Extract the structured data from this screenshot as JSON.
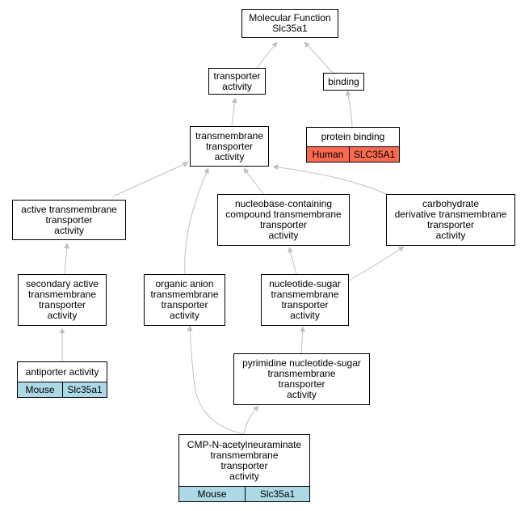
{
  "colors": {
    "edge": "#c0c0c0",
    "mouse": "#add8e6",
    "human": "#fa6a4f"
  },
  "nodes": {
    "mf": {
      "label": "Molecular Function\nSlc35a1"
    },
    "transporter": {
      "label": "transporter\nactivity"
    },
    "binding": {
      "label": "binding"
    },
    "protein_binding": {
      "label": "protein binding",
      "species": "Human",
      "gene": "SLC35A1"
    },
    "tm_transporter": {
      "label": "transmembrane\ntransporter\nactivity"
    },
    "active_tm": {
      "label": "active transmembrane\ntransporter\nactivity"
    },
    "nucleobase": {
      "label": "nucleobase-containing\ncompound transmembrane\ntransporter\nactivity"
    },
    "carbohydrate": {
      "label": "carbohydrate\nderivative transmembrane\ntransporter\nactivity"
    },
    "secondary_active": {
      "label": "secondary active\ntransmembrane\ntransporter\nactivity"
    },
    "organic_anion": {
      "label": "organic anion\ntransmembrane\ntransporter\nactivity"
    },
    "nucleotide_sugar": {
      "label": "nucleotide-sugar\ntransmembrane\ntransporter\nactivity"
    },
    "antiporter": {
      "label": "antiporter activity",
      "species": "Mouse",
      "gene": "Slc35a1"
    },
    "pyrimidine": {
      "label": "pyrimidine nucleotide-sugar\ntransmembrane\ntransporter\nactivity"
    },
    "cmp": {
      "label": "CMP-N-acetylneuraminate\ntransmembrane\ntransporter\nactivity",
      "species": "Mouse",
      "gene": "Slc35a1"
    }
  }
}
